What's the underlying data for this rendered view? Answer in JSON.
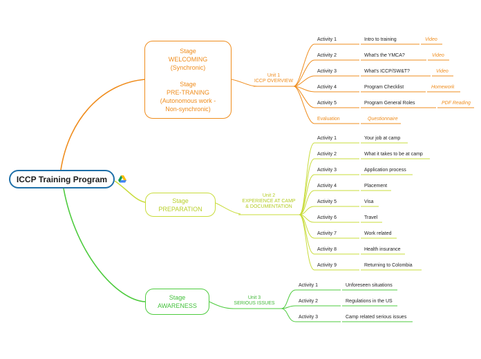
{
  "root": {
    "title": "ICCP Training Program",
    "icon": "google-drive-icon"
  },
  "colors": {
    "root": "#1e6fa8",
    "unit1": "#ef8c1c",
    "unit2": "#c8dc3a",
    "unit3": "#4dcb3d"
  },
  "stage1": {
    "line1": "Stage",
    "line2": "WELCOMING",
    "line3": "(Synchronic)",
    "line4": "Stage",
    "line5": "PRE-TRANING",
    "line6": "(Autonomous work -",
    "line7": "Non-synchronic)"
  },
  "stage2": {
    "line1": "Stage",
    "line2": "PREPARATION"
  },
  "stage3": {
    "line1": "Stage",
    "line2": "AWARENESS"
  },
  "unit1": {
    "line1": "Unit 1",
    "line2": "ICCP OVERVIEW",
    "rows": [
      {
        "activity": "Activity 1",
        "topic": "Intro to training",
        "tag": "Video"
      },
      {
        "activity": "Activity 2",
        "topic": "What's the YMCA?",
        "tag": "Video"
      },
      {
        "activity": "Activity 3",
        "topic": "What's ICCP/SW&T?",
        "tag": "Video"
      },
      {
        "activity": "Activity 4",
        "topic": "Program Checklist",
        "tag": "Homework"
      },
      {
        "activity": "Activity 5",
        "topic": "Program General Roles",
        "tag": "PDF Reading"
      },
      {
        "activity": "Evaluation",
        "topic": "Questionnaire",
        "tag": ""
      }
    ]
  },
  "unit2": {
    "line1": "Unit 2",
    "line2": "EXPERIENCE AT CAMP",
    "line3": "& DOCUMENTATION",
    "rows": [
      {
        "activity": "Activity 1",
        "topic": "Your job at camp"
      },
      {
        "activity": "Activity 2",
        "topic": "What it takes to be at camp"
      },
      {
        "activity": "Activity 3",
        "topic": "Application process"
      },
      {
        "activity": "Activity 4",
        "topic": "Placement"
      },
      {
        "activity": "Activity 5",
        "topic": "Visa"
      },
      {
        "activity": "Activity 6",
        "topic": "Travel"
      },
      {
        "activity": "Activity 7",
        "topic": "Work related"
      },
      {
        "activity": "Activity 8",
        "topic": "Health insurance"
      },
      {
        "activity": "Activity 9",
        "topic": "Returning to Colombia"
      }
    ]
  },
  "unit3": {
    "line1": "Unit 3",
    "line2": "SERIOUS ISSUES",
    "rows": [
      {
        "activity": "Activity 1",
        "topic": "Unforeseen situations"
      },
      {
        "activity": "Activity 2",
        "topic": "Regulations in the US"
      },
      {
        "activity": "Activity 3",
        "topic": "Camp related serious issues"
      }
    ]
  }
}
